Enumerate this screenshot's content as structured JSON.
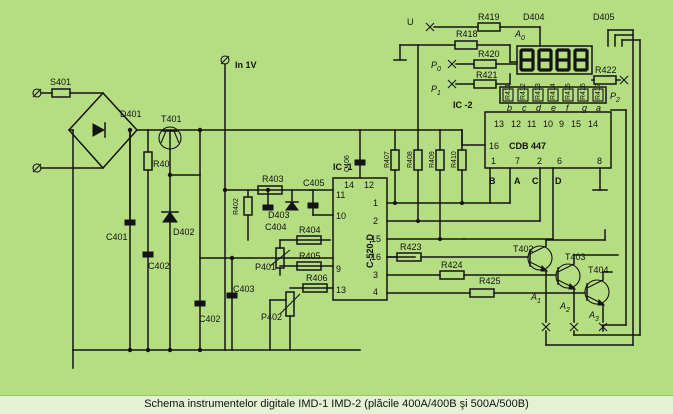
{
  "caption": "Schema instrumentelor digitale IMD-1 IMD-2 (plăcile 400A/400B şi 500A/500B)",
  "labels": {
    "S401": "S401",
    "D401": "D401",
    "T401": "T401",
    "R40": "R40",
    "D402": "D402",
    "C401": "C401",
    "C402a": "C402",
    "C402b": "C402",
    "C403": "C403",
    "C404": "C404",
    "C405": "C405",
    "C406": "C406",
    "R402": "R402",
    "R403": "R403",
    "D403": "D403",
    "R404": "R404",
    "R405": "R405",
    "R406": "R406",
    "P401": "P401",
    "P402": "P402",
    "in1v": "In 1V",
    "ic1": "IC -1",
    "ic1_chip": "C-520-D",
    "ic2": "IC -2",
    "ic2_chip": "CDB 447",
    "U": "U",
    "R419": "R419",
    "R418": "R418",
    "R420": "R420",
    "R421": "R421",
    "R422": "R422",
    "D404": "D404",
    "D405": "D405",
    "A0": "A",
    "A0sub": "0",
    "P0": "P",
    "P0sub": "0",
    "P1": "P",
    "P1sub": "1",
    "P2": "P",
    "P2sub": "2",
    "R423": "R423",
    "R424": "R424",
    "R425": "R425",
    "T402": "T402",
    "T403": "T403",
    "T404": "T404",
    "A1": "A",
    "A1sub": "1",
    "A2": "A",
    "A2sub": "2",
    "A3": "A",
    "A3sub": "3",
    "Rm1": "R407",
    "Rm2": "R408",
    "Rm3": "R409",
    "Rm4": "R410",
    "bus_B": "B",
    "bus_A": "A",
    "bus_C": "C",
    "bus_D": "D",
    "seg_a": "a",
    "seg_b": "b",
    "seg_c": "c",
    "seg_d": "d",
    "seg_e": "e",
    "seg_f": "f",
    "seg_g": "g",
    "rr1": "R411",
    "rr2": "R412",
    "rr3": "R413",
    "rr4": "R414",
    "rr5": "R415",
    "rr6": "R416",
    "rr7": "R417"
  },
  "ic1_pins": [
    "14",
    "12",
    "11",
    "10",
    "9",
    "13",
    "1",
    "2",
    "15",
    "16",
    "3",
    "4"
  ],
  "ic2_pins": [
    "13",
    "12",
    "11",
    "10",
    "9",
    "15",
    "14",
    "16",
    "1",
    "7",
    "2",
    "6",
    "8"
  ],
  "display_digits": [
    "8",
    "8",
    "8",
    "8"
  ],
  "colors": {
    "board": "#b5de82",
    "ink": "#141414",
    "caption_bg": "#e4f2d3"
  }
}
